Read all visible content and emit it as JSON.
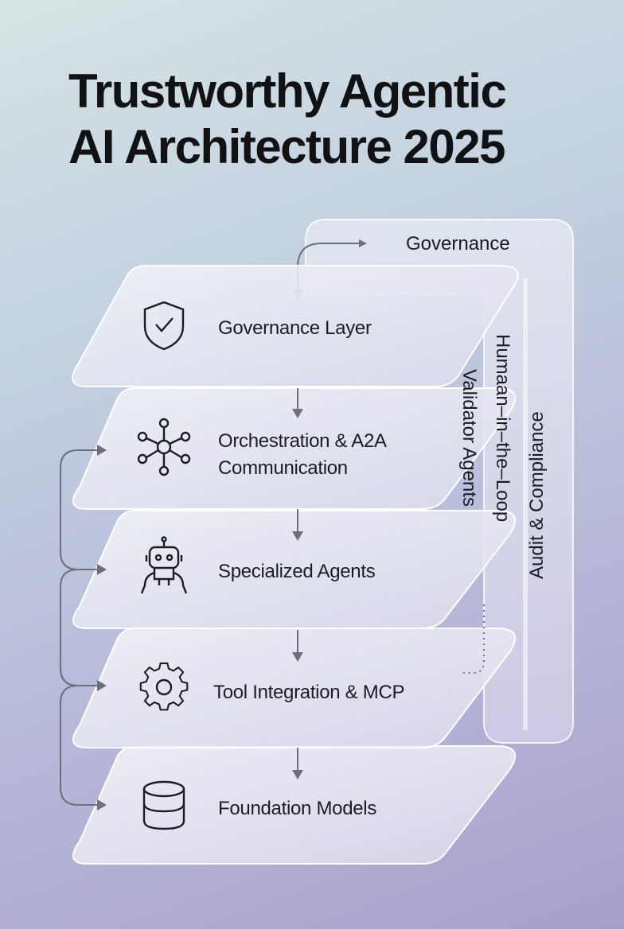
{
  "title": {
    "line1": "Trustworthy Agentic",
    "line2": "AI Architecture 2025"
  },
  "governance_panel": {
    "label": "Governance"
  },
  "side_bands": {
    "human_in_loop": "Humaan–in–the–Loop",
    "validator_agents": "Validator Agents",
    "audit_compliance": "Audit & Compliance"
  },
  "layers": [
    {
      "label": "Governance Layer",
      "icon": "shield-check-icon"
    },
    {
      "label_line1": "Orchestration & A2A",
      "label_line2": "Communication",
      "icon": "network-hub-icon"
    },
    {
      "label": "Specialized Agents",
      "icon": "robot-icon"
    },
    {
      "label": "Tool Integration & MCP",
      "icon": "gear-icon"
    },
    {
      "label": "Foundation Models",
      "icon": "database-icon"
    }
  ],
  "colors": {
    "text": "#1c1c24",
    "arrow": "#6e6e7c",
    "panel_fill": "#e9e9f3",
    "panel_stroke": "#ffffff"
  }
}
